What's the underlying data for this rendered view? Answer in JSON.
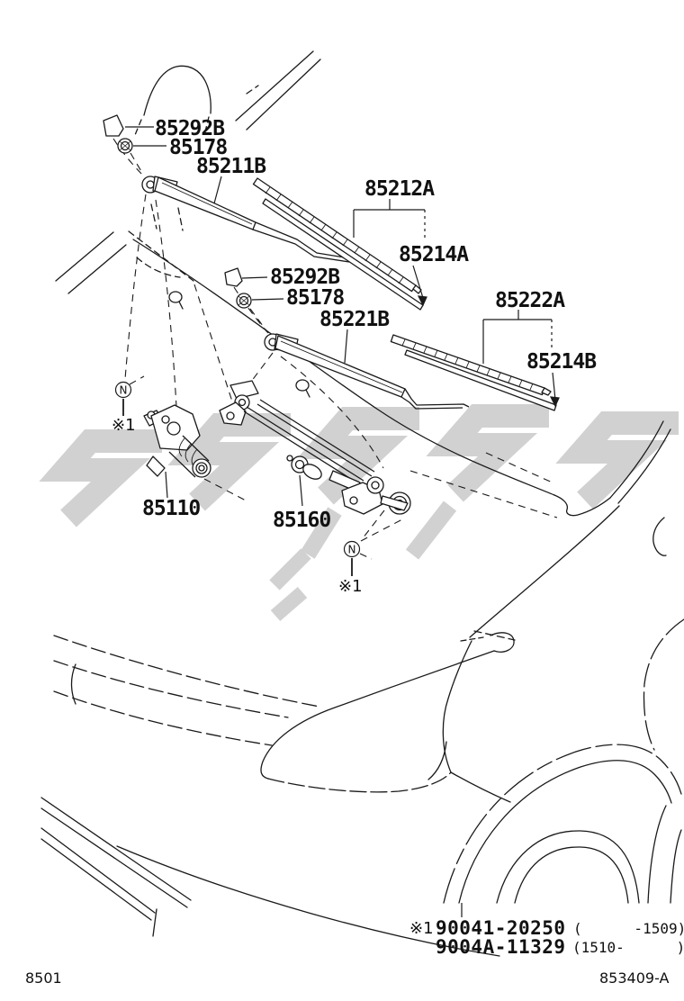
{
  "diagram": {
    "page_number": "8501",
    "figure_code": "853409-A",
    "part_labels": [
      {
        "text": "85292B"
      },
      {
        "text": "85178"
      },
      {
        "text": "85211B"
      },
      {
        "text": "85212A"
      },
      {
        "text": "85214A"
      },
      {
        "text": "85292B"
      },
      {
        "text": "85178"
      },
      {
        "text": "85221B"
      },
      {
        "text": "85222A"
      },
      {
        "text": "85214B"
      },
      {
        "text": "85110"
      },
      {
        "text": "85160"
      }
    ],
    "markers": [
      {
        "symbol": "N",
        "note": "※1"
      },
      {
        "symbol": "N",
        "note": "※1"
      }
    ],
    "footnote": {
      "marker": "※1",
      "entries": [
        {
          "number": "90041-20250",
          "applicability": "(      -1509)"
        },
        {
          "number": "9004A-11329",
          "applicability": "(1510-      )"
        }
      ]
    },
    "colors": {
      "line": "#1a1a1a",
      "watermark": "#c9c9c9",
      "background": "#ffffff"
    }
  }
}
